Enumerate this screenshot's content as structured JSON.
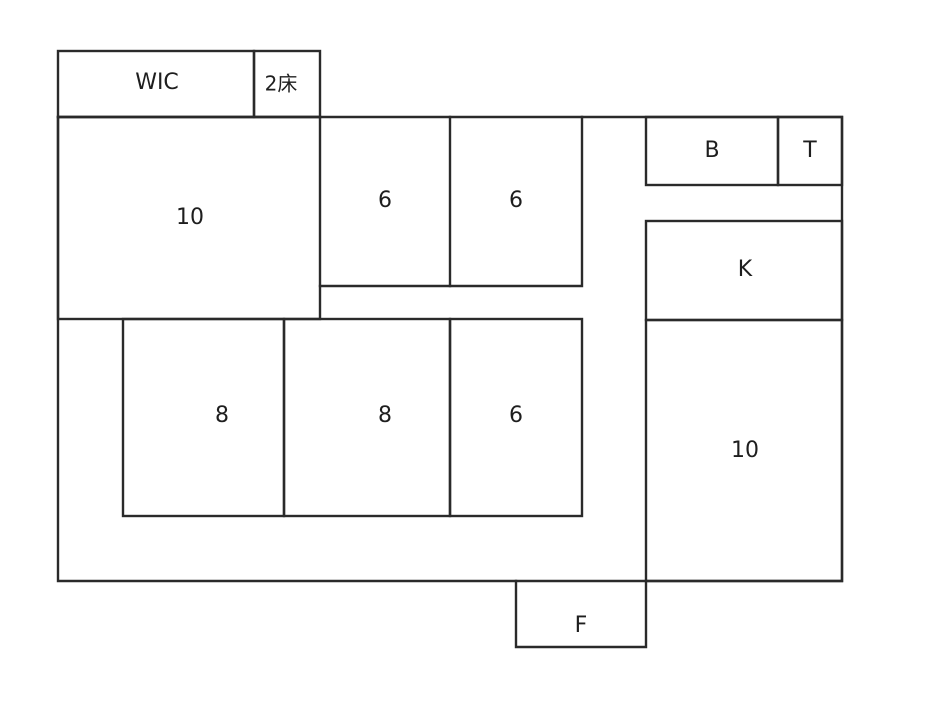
{
  "rooms": {
    "wic": "WIC",
    "stair_mark": "2床",
    "upper_left_10": "10",
    "upper_mid_6a": "6",
    "upper_mid_6b": "6",
    "bath": "B",
    "toilet": "T",
    "kitchen": "K",
    "lower_8a": "8",
    "lower_8b": "8",
    "lower_6": "6",
    "right_10": "10",
    "entrance": "F"
  }
}
